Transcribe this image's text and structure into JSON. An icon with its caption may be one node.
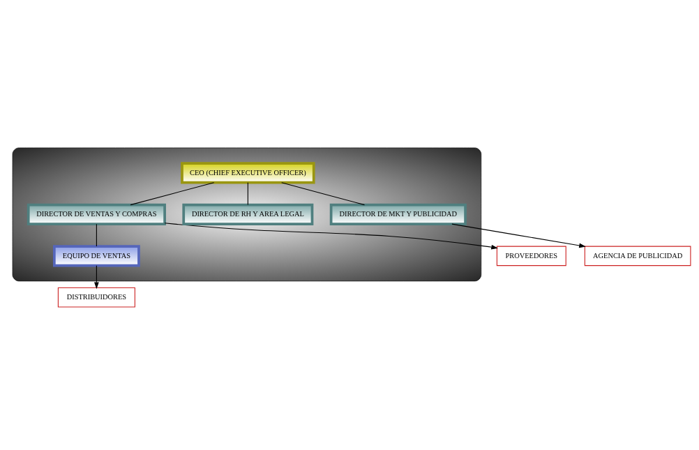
{
  "diagram": {
    "nodes": [
      {
        "text": [],
        "shape": "ellipse"
      },
      {
        "text": [
          "PROVEEDORES"
        ]
      },
      {
        "text": [
          "DIRECTOR DE VENTAS Y COMPRAS"
        ],
        "in": 0
      },
      {
        "text": [
          "CEO (CHIEF EXECUTIVE OFFICER)"
        ],
        "in": 0
      },
      {
        "text": [
          "DIRECTOR DE RH Y AREA LEGAL"
        ],
        "in": 0
      },
      {
        "text": [
          "EQUIPO DE VENTAS"
        ],
        "in": 0
      },
      {
        "text": [
          "DIRECTOR DE MKT Y PUBLICIDAD"
        ],
        "in": 0
      },
      {
        "text": [
          "DISTRIBUIDORES"
        ]
      },
      {
        "text": [
          "AGENCIA DE PUBLICIDAD"
        ]
      }
    ],
    "edges": [
      {
        "from": 2,
        "to": 1,
        "arrow": "to"
      },
      {
        "from": 3,
        "to": 2,
        "arrow": "none"
      },
      {
        "from": 3,
        "to": 4,
        "arrow": "none"
      },
      {
        "from": 3,
        "to": 6,
        "arrow": "none"
      },
      {
        "from": 2,
        "to": 5,
        "arrow": "none"
      },
      {
        "from": 5,
        "to": 7,
        "arrow": "to"
      },
      {
        "from": 6,
        "to": 8,
        "arrow": "to"
      }
    ]
  }
}
